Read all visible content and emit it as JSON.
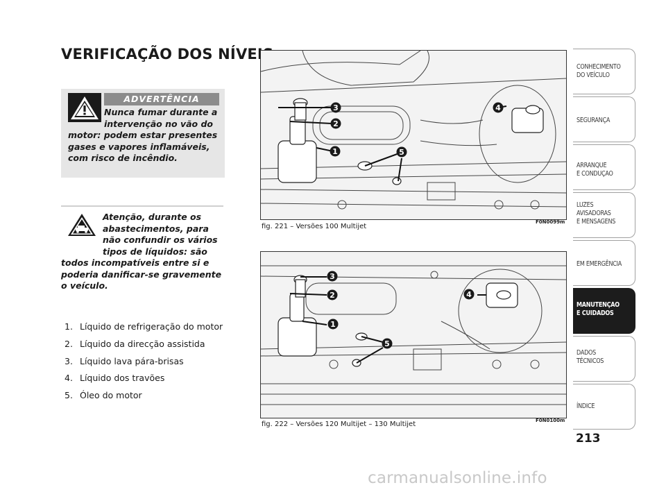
{
  "page_title": "VERIFICAÇÃO DOS NÍVEIS",
  "warning": {
    "header": "ADVERTÊNCIA",
    "text": "Nunca fumar durante a intervenção no vão do motor: podem estar presentes gases e vapores inflamáveis, com risco de incêndio.",
    "icon": "warning-triangle-icon"
  },
  "attention": {
    "text": "Atenção, durante os abastecimentos, para não confundir os vários tipos de líquidos: são todos incompatíveis entre si e poderia danificar-se gravemente o veículo.",
    "icon": "car-caution-icon"
  },
  "legend": [
    {
      "num": "1.",
      "label": "Líquido de refrigeração do motor"
    },
    {
      "num": "2.",
      "label": "Líquido da direcção assistida"
    },
    {
      "num": "3.",
      "label": "Líquido lava pára-brisas"
    },
    {
      "num": "4.",
      "label": "Líquido dos travões"
    },
    {
      "num": "5.",
      "label": "Óleo do motor"
    }
  ],
  "figures": [
    {
      "caption": "fig. 221 – Versões 100 Multijet",
      "code": "F0N0099m",
      "callouts": [
        "1",
        "2",
        "3",
        "4",
        "5"
      ]
    },
    {
      "caption": "fig. 222 – Versões 120 Multijet – 130 Multijet",
      "code": "F0N0100m",
      "callouts": [
        "1",
        "2",
        "3",
        "4",
        "5"
      ]
    }
  ],
  "sidebar_tabs": [
    {
      "line1": "CONHECIMENTO",
      "line2": "DO VEÍCULO",
      "line3": "",
      "active": false
    },
    {
      "line1": "SEGURANÇA",
      "line2": "",
      "line3": "",
      "active": false
    },
    {
      "line1": "ARRANQUE",
      "line2": "E CONDUÇÃO",
      "line3": "",
      "active": false
    },
    {
      "line1": "LUZES",
      "line2": "AVISADORAS",
      "line3": "E MENSAGENS",
      "active": false
    },
    {
      "line1": "EM EMERGÊNCIA",
      "line2": "",
      "line3": "",
      "active": false
    },
    {
      "line1": "MANUTENÇÃO",
      "line2": "E CUIDADOS",
      "line3": "",
      "active": true
    },
    {
      "line1": "DADOS",
      "line2": "TÉCNICOS",
      "line3": "",
      "active": false
    },
    {
      "line1": "ÍNDICE",
      "line2": "",
      "line3": "",
      "active": false
    }
  ],
  "page_number": "213",
  "watermark": "carmanualsonline.info"
}
